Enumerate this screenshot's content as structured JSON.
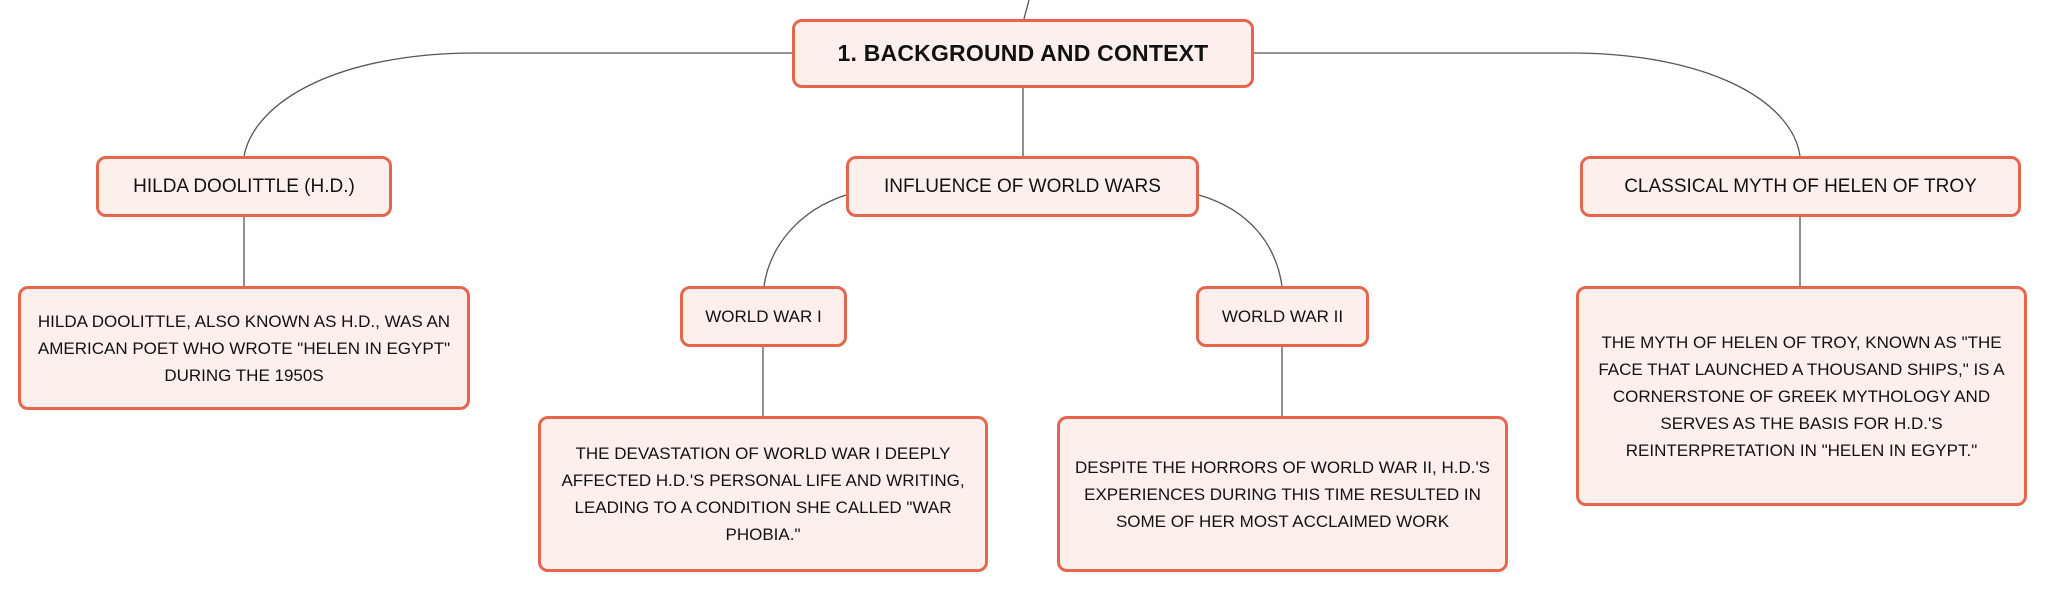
{
  "colors": {
    "node_fill": "#fdf0ec",
    "node_border": "#e5654d",
    "connector": "#555555",
    "text": "#111111"
  },
  "mindmap": {
    "root": {
      "label": "1. BACKGROUND AND CONTEXT"
    },
    "branches": [
      {
        "label": "HILDA DOOLITTLE (H.D.)",
        "detail": "HILDA DOOLITTLE, ALSO KNOWN AS H.D., WAS AN AMERICAN POET WHO WROTE \"HELEN IN EGYPT\" DURING THE 1950S"
      },
      {
        "label": "INFLUENCE OF WORLD WARS",
        "children": [
          {
            "label": "WORLD WAR I",
            "detail": "THE DEVASTATION OF WORLD WAR I DEEPLY AFFECTED H.D.'S PERSONAL LIFE AND WRITING, LEADING TO A CONDITION SHE CALLED \"WAR PHOBIA.\""
          },
          {
            "label": "WORLD WAR II",
            "detail": "DESPITE THE HORRORS OF WORLD WAR II, H.D.'S EXPERIENCES DURING THIS TIME RESULTED IN SOME OF HER MOST ACCLAIMED WORK"
          }
        ]
      },
      {
        "label": "CLASSICAL MYTH OF HELEN OF TROY",
        "detail": "THE MYTH OF HELEN OF TROY, KNOWN AS \"THE FACE THAT LAUNCHED A THOUSAND SHIPS,\" IS A CORNERSTONE OF GREEK MYTHOLOGY AND SERVES AS THE BASIS FOR H.D.'S REINTERPRETATION IN \"HELEN IN EGYPT.\""
      }
    ]
  }
}
